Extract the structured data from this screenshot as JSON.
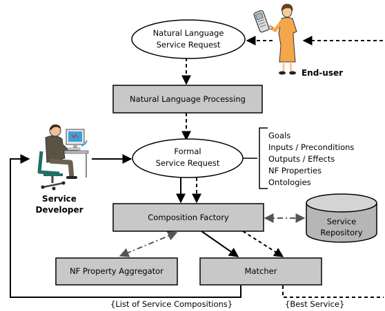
{
  "nodes": {
    "nl_request": [
      "Natural Language",
      "Service Request"
    ],
    "nlp": "Natural Language Processing",
    "formal_request": [
      "Formal",
      "Service Request"
    ],
    "composition_factory": "Composition Factory",
    "nf_aggregator": "NF Property Aggregator",
    "matcher": "Matcher",
    "repository": [
      "Service",
      "Repository"
    ]
  },
  "actors": {
    "end_user": "End-user",
    "developer": [
      "Service",
      "Developer"
    ]
  },
  "request_elements": [
    "Goals",
    "Inputs / Preconditions",
    "Outputs / Effects",
    "NF Properties",
    "Ontologies"
  ],
  "edge_labels": {
    "compositions": "{List of Service Compositions}",
    "best_service": "{Best Service}"
  }
}
